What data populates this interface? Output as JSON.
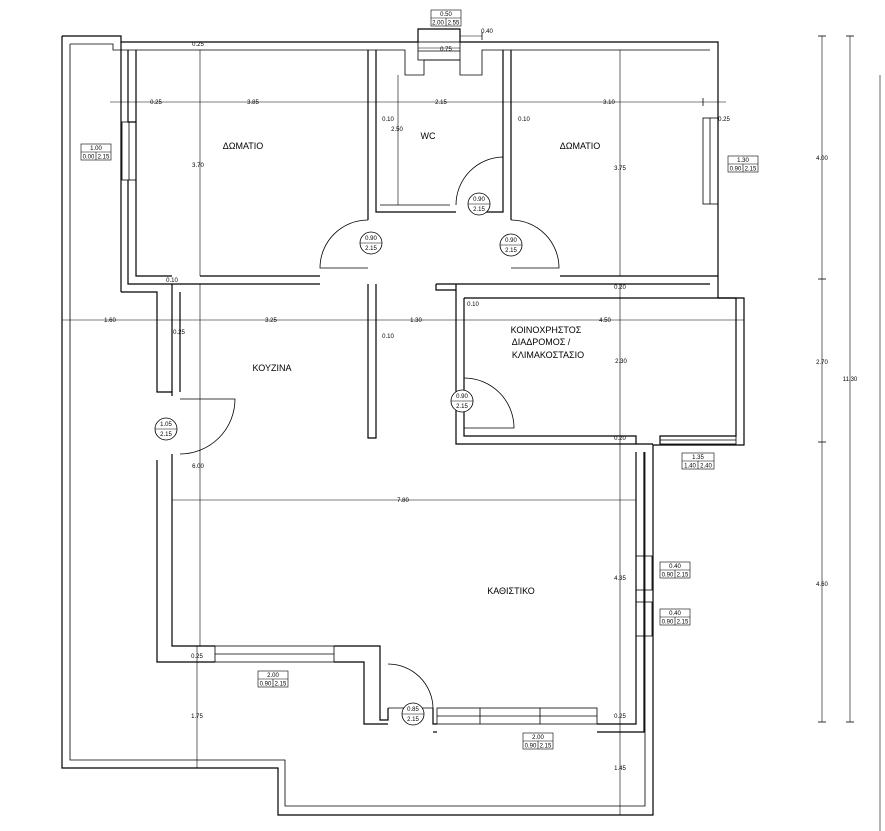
{
  "rooms": {
    "bedroom_left": "ΔΩΜΑΤΙΟ",
    "wc": "WC",
    "bedroom_right": "ΔΩΜΑΤΙΟ",
    "kitchen": "ΚΟΥΖΙΝΑ",
    "common_line1": "ΚΟΙΝΟΧΡΗΣΤΟΣ",
    "common_line2": "ΔΙΑΔΡΟΜΟΣ /",
    "common_line3": "ΚΛΙΜΑΚΟΣΤΑΣΙΟ",
    "living": "ΚΑΘΙΣΤΙΚΟ"
  },
  "dimensions": {
    "top_025": "0.25",
    "b_025": "0.25",
    "b_385": "3.85",
    "b_215": "2.15",
    "b_310": "3.10",
    "b_025r": "0.25",
    "wc_010": "0.10",
    "wc_250": "2.50",
    "wc_010r": "0.10",
    "bl_370": "3.70",
    "br_375": "3.75",
    "d_010a": "0.10",
    "d_020a": "0.20",
    "k_160": "1.60",
    "k_025": "0.25",
    "k_325": "3.25",
    "k_010": "0.10",
    "k_130": "1.30",
    "c_010": "0.10",
    "c_450": "4.50",
    "c_230": "2.30",
    "c_020": "0.20",
    "k_600": "6.00",
    "l_780": "7.80",
    "l_435": "4.35",
    "l_025a": "0.25",
    "l_025b": "0.25",
    "l_175": "1.75",
    "l_145": "1.45",
    "t_075": "0.75",
    "t_040": "0.40",
    "v_400": "4.00",
    "v_270": "2.70",
    "v_460": "4.60",
    "v_1130": "11.30"
  },
  "openings": {
    "top": {
      "top": "0.50",
      "bl": "2.00",
      "br": "2.55"
    },
    "w_left": {
      "top": "1.00",
      "bl": "0.00",
      "br": "2.15"
    },
    "w_right": {
      "top": "1.30",
      "bl": "0.90",
      "br": "2.15"
    },
    "w_com": {
      "top": "1.35",
      "bl": "1.40",
      "br": "2.40"
    },
    "w_liv1": {
      "top": "0.40",
      "bl": "0.90",
      "br": "2.15"
    },
    "w_liv2": {
      "top": "0.40",
      "bl": "0.90",
      "br": "2.15"
    },
    "w_bot1": {
      "top": "2.00",
      "bl": "0.90",
      "br": "2.15"
    },
    "w_bot2": {
      "top": "2.00",
      "bl": "0.90",
      "br": "2.15"
    }
  },
  "doors": {
    "d_wc": {
      "w": "0.90",
      "h": "2.15"
    },
    "d_bl": {
      "w": "0.90",
      "h": "2.15"
    },
    "d_br": {
      "w": "0.90",
      "h": "2.15"
    },
    "d_com": {
      "w": "0.90",
      "h": "2.15"
    },
    "d_kit": {
      "w": "1.05",
      "h": "2.15"
    },
    "d_liv": {
      "w": "0.85",
      "h": "2.15"
    }
  }
}
